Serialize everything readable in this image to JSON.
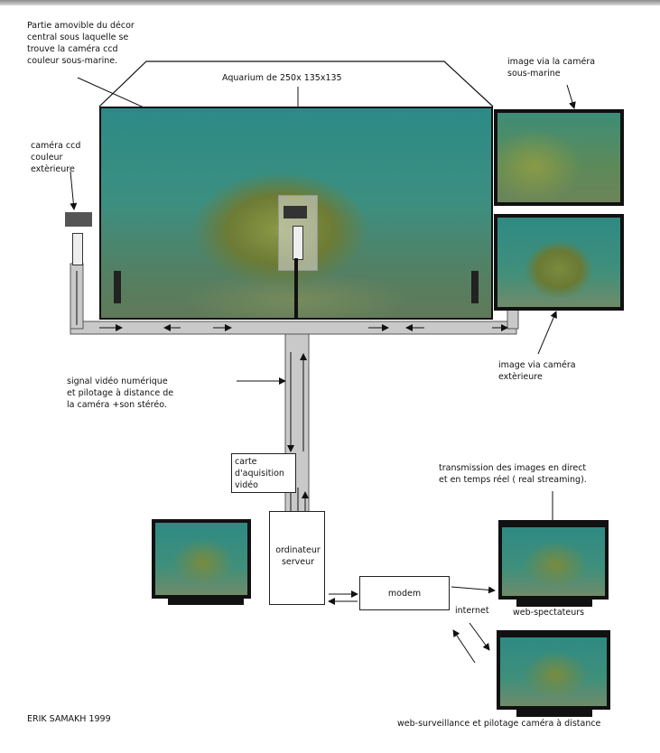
{
  "labels": {
    "partie_amovible": "Partie amovible du décor\ncentral sous laquelle se\ntrouve la caméra ccd\ncouleur sous-marine.",
    "aquarium": "Aquarium de 250x 135x135",
    "image_sous_marine": "image via la caméra\nsous-marine",
    "camera_exterieure": "caméra ccd\ncouleur\nextèrieure",
    "image_exterieure": "image via caméra\nextèrieure",
    "signal_video": "signal vidéo numérique\net pilotage à distance de\nla caméra +son stéréo.",
    "carte_acquisition": "carte\nd'aquisition\nvidéo",
    "ordinateur": "ordinateur\nserveur",
    "modem": "modem",
    "internet": "internet",
    "transmission": "transmission des images en direct\net en temps réel ( real streaming).",
    "web_spectateurs": "web-spectateurs",
    "web_surveillance": "web-surveillance et pilotage caméra à distance",
    "credit": "ERIK SAMAKH 1999"
  },
  "colors": {
    "water_top": "#2f8a83",
    "water_mid": "#3f8f7b",
    "sand": "#6f8b6a",
    "rock": "#5f6d2c",
    "rock_light": "#8a9a45",
    "pipe": "#c9c9c9",
    "frame": "#111111"
  }
}
